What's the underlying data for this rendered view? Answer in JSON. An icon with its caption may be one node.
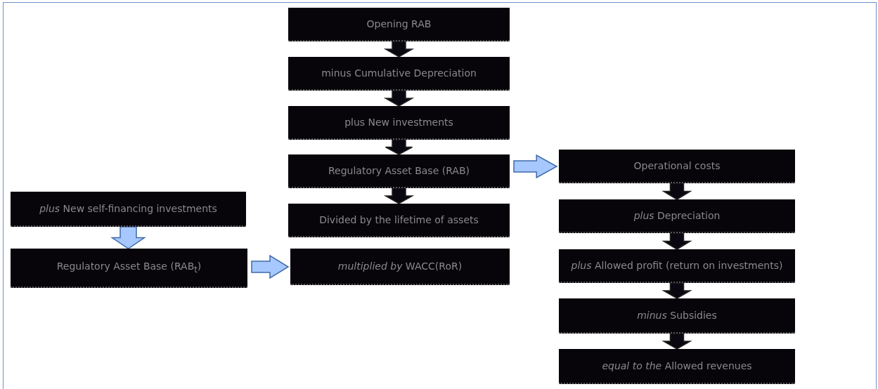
{
  "diagram": {
    "nodes": [
      {
        "text": [
          "*plus* New self-financing investments"
        ]
      },
      {
        "text": [
          "Regulatory Asset Base (RAB$_{t}$)"
        ]
      },
      {
        "text": [
          "Opening RAB"
        ]
      },
      {
        "text": [
          "minus Cumulative Depreciation"
        ]
      },
      {
        "text": [
          "plus New investments"
        ]
      },
      {
        "text": [
          "Regulatory Asset Base (RAB)"
        ]
      },
      {
        "text": [
          "Divided by the lifetime of assets"
        ]
      },
      {
        "text": [
          "*multiplied by* WACC(RoR)"
        ]
      },
      {
        "text": [
          "Operational costs"
        ]
      },
      {
        "text": [
          "*plus* Depreciation"
        ]
      },
      {
        "text": [
          "*plus* Allowed profit (return on investments)"
        ]
      },
      {
        "text": [
          "*minus* Subsidies"
        ]
      },
      {
        "text": [
          "*equal to the* Allowed revenues"
        ]
      }
    ],
    "edges": [
      {
        "from": 0,
        "to": 1,
        "arrow": "to",
        "color": "#a6c8ff"
      },
      {
        "from": 1,
        "to": 7,
        "arrow": "to",
        "color": "#a6c8ff"
      },
      {
        "from": 2,
        "to": 3,
        "arrow": "to"
      },
      {
        "from": 3,
        "to": 4,
        "arrow": "to"
      },
      {
        "from": 4,
        "to": 5,
        "arrow": "to"
      },
      {
        "from": 5,
        "to": 6,
        "arrow": "to"
      },
      {
        "from": 6,
        "to": 8,
        "arrow": "to",
        "color": "#a6c8ff"
      },
      {
        "from": 8,
        "to": 9,
        "arrow": "to"
      },
      {
        "from": 9,
        "to": 10,
        "arrow": "to"
      },
      {
        "from": 10,
        "to": 11,
        "arrow": "to"
      },
      {
        "from": 11,
        "to": 12,
        "arrow": "to"
      }
    ]
  }
}
